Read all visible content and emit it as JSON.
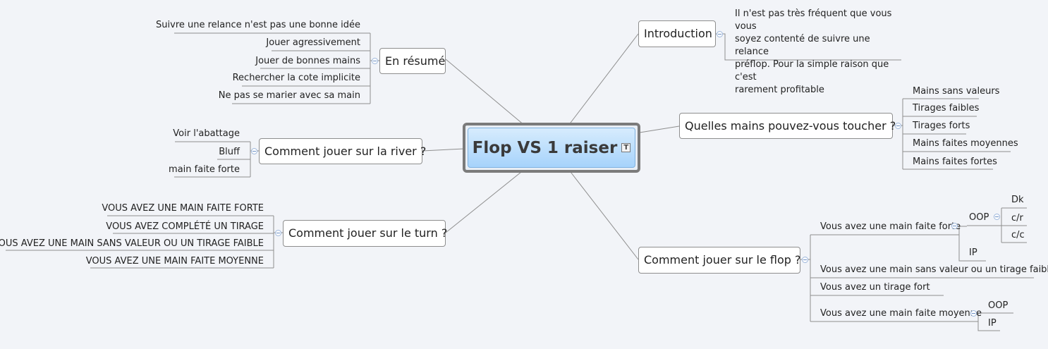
{
  "central": {
    "title": "Flop VS 1 raiser"
  },
  "topics": {
    "introduction": {
      "label": "Introduction",
      "note_lines": [
        "Il n'est pas très fréquent que vous vous",
        "soyez contenté de suivre une relance",
        "préflop. Pour la simple raison que c'est",
        "rarement profitable"
      ]
    },
    "quelles_mains": {
      "label": "Quelles mains pouvez-vous toucher ?",
      "children": [
        "Mains sans valeurs",
        "Tirages faibles",
        "Tirages forts",
        "Mains faites moyennes",
        "Mains faites fortes"
      ]
    },
    "flop": {
      "label": "Comment jouer sur le flop ?",
      "forte": {
        "label": "Vous avez une main faite forte",
        "oop": "OOP",
        "oop_children": [
          "Dk",
          "c/r",
          "c/c"
        ],
        "ip": "IP"
      },
      "sans_valeur": "Vous avez une main sans valeur ou un tirage faible",
      "tirage_fort": "Vous avez un tirage fort",
      "moyenne": {
        "label": "Vous avez une main faite moyenne",
        "oop": "OOP",
        "ip": "IP"
      }
    },
    "resume": {
      "label": "En résumé",
      "children": [
        "Suivre une relance n'est pas une bonne idée",
        "Jouer agressivement",
        "Jouer de bonnes mains",
        "Rechercher la cote implicite",
        "Ne pas se marier avec sa main"
      ]
    },
    "river": {
      "label": "Comment jouer sur la river ?",
      "children": [
        "Voir l'abattage",
        "Bluff",
        "main faite forte"
      ]
    },
    "turn": {
      "label": "Comment jouer sur le turn ?",
      "children": [
        "VOUS AVEZ UNE MAIN FAITE FORTE",
        "VOUS AVEZ COMPLÉTÉ UN TIRAGE",
        "VOUS AVEZ UNE MAIN SANS VALEUR OU UN TIRAGE FAIBLE",
        "VOUS AVEZ UNE MAIN FAITE MOYENNE"
      ]
    }
  },
  "colors": {
    "line": "#8e8e8e",
    "central_fill": "#a6d3fb",
    "collapse": "#9db7dc"
  }
}
